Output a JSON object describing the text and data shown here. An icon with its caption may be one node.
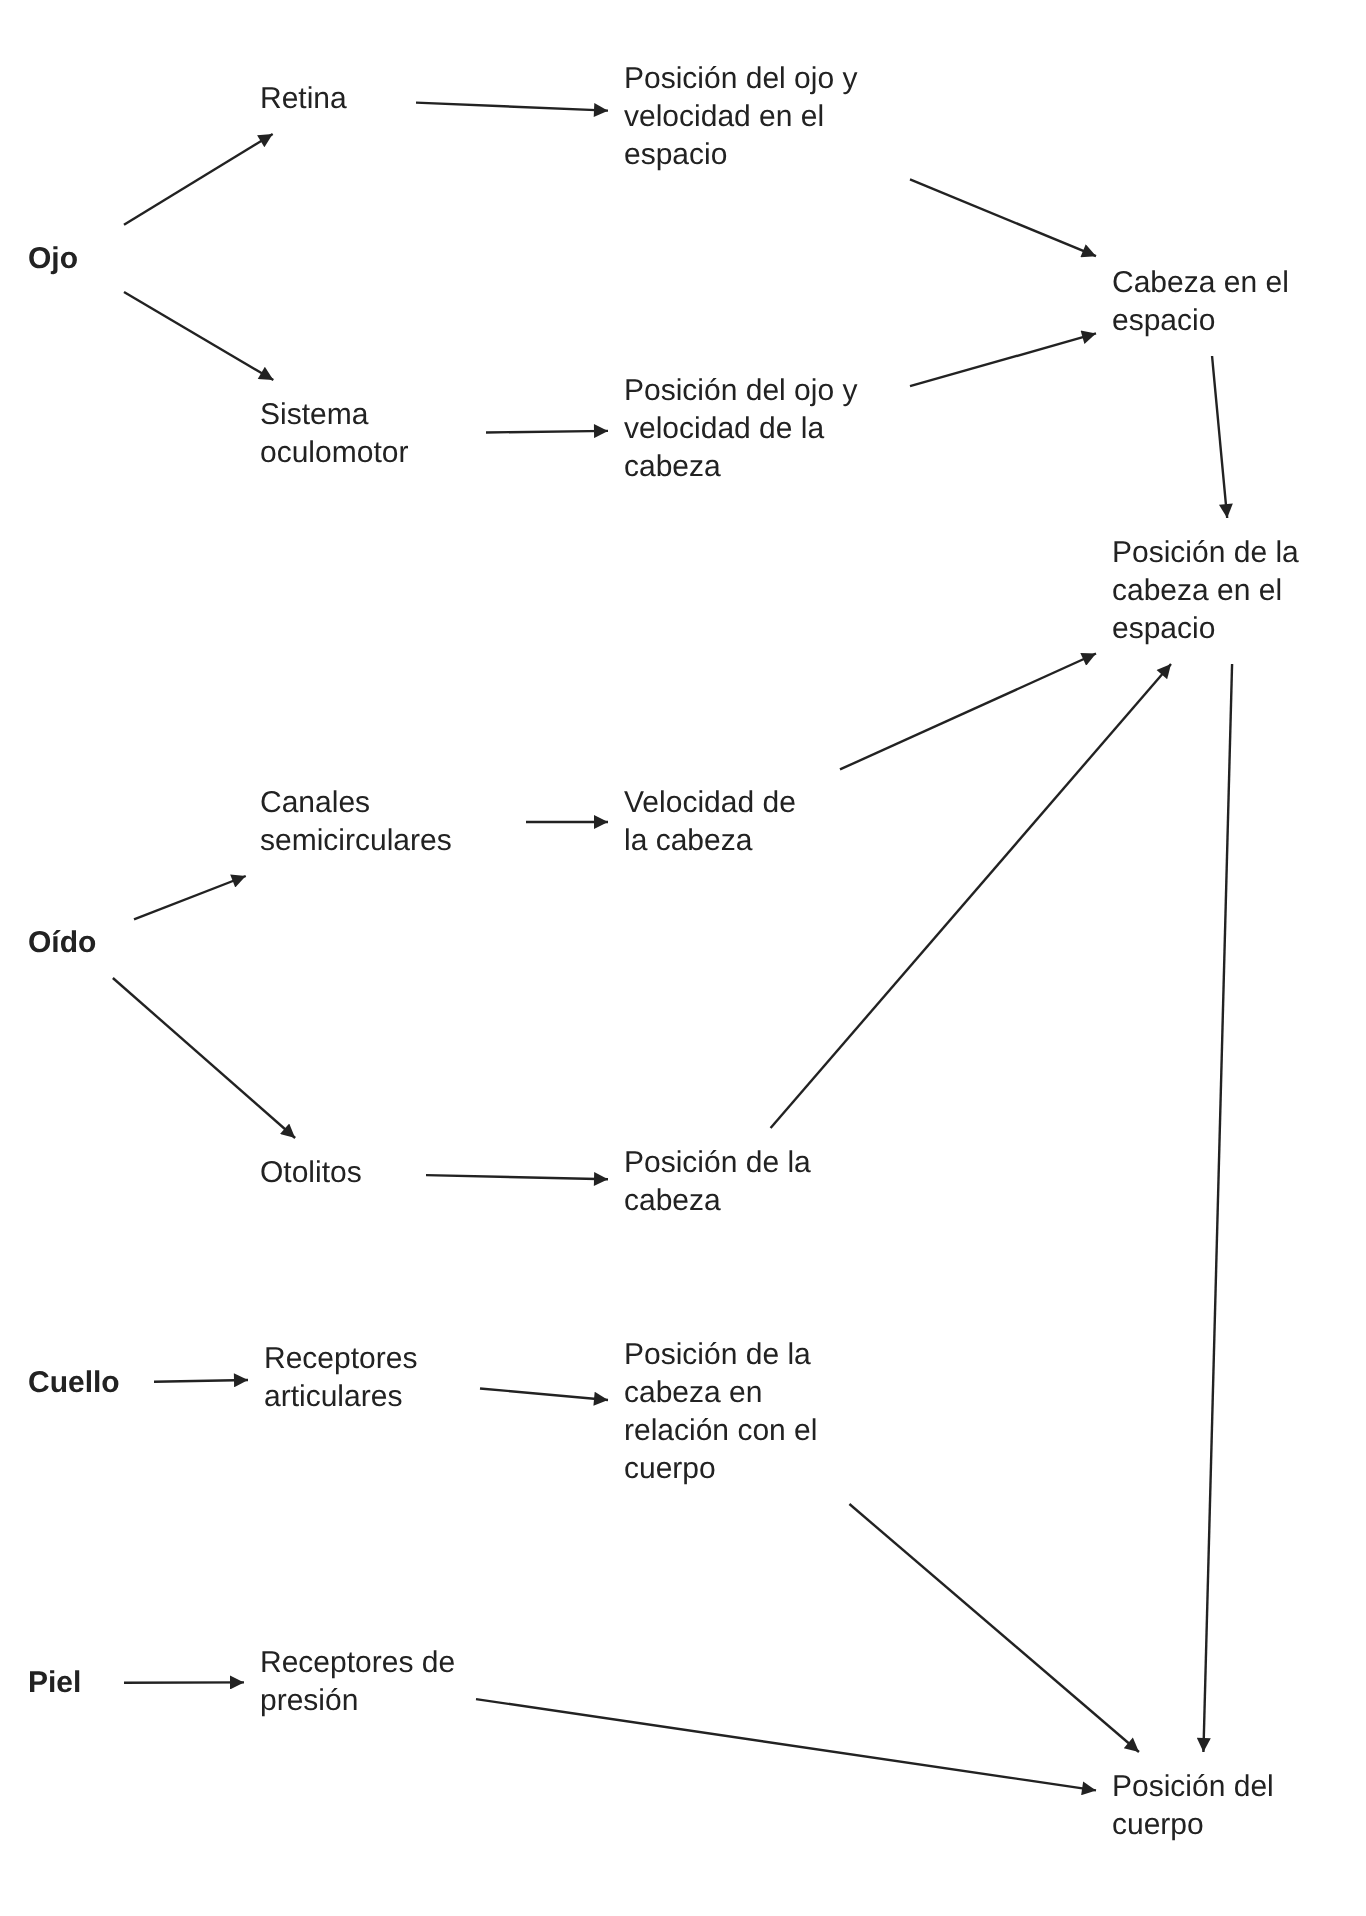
{
  "diagram": {
    "nodes": [
      {
        "text": [
          "Ojo"
        ]
      },
      {
        "text": [
          "Retina"
        ]
      },
      {
        "text": [
          "Sistema oculomotor"
        ]
      },
      {
        "text": [
          "Posición del ojo y velocidad en el espacio"
        ]
      },
      {
        "text": [
          "Posición del ojo y velocidad de la cabeza"
        ]
      },
      {
        "text": [
          "Cabeza en el espacio"
        ]
      },
      {
        "text": [
          "Posición de la cabeza en el espacio"
        ]
      },
      {
        "text": [
          "Oído"
        ]
      },
      {
        "text": [
          "Canales semicirculares"
        ]
      },
      {
        "text": [
          "Otolitos"
        ]
      },
      {
        "text": [
          "Velocidad de la cabeza"
        ]
      },
      {
        "text": [
          "Posición de la cabeza"
        ]
      },
      {
        "text": [
          "Cuello"
        ]
      },
      {
        "text": [
          "Receptores articulares"
        ]
      },
      {
        "text": [
          "Posición de la cabeza en relación con el cuerpo"
        ]
      },
      {
        "text": [
          "Piel"
        ]
      },
      {
        "text": [
          "Receptores de presión"
        ]
      },
      {
        "text": [
          "Posición del cuerpo"
        ]
      }
    ],
    "edges": [
      {
        "from": 0,
        "to": 1,
        "arrow": "to"
      },
      {
        "from": 0,
        "to": 2,
        "arrow": "to"
      },
      {
        "from": 1,
        "to": 3,
        "arrow": "to"
      },
      {
        "from": 2,
        "to": 4,
        "arrow": "to"
      },
      {
        "from": 3,
        "to": 5,
        "arrow": "to"
      },
      {
        "from": 4,
        "to": 5,
        "arrow": "to"
      },
      {
        "from": 5,
        "to": 6,
        "arrow": "to"
      },
      {
        "from": 10,
        "to": 6,
        "arrow": "to"
      },
      {
        "from": 11,
        "to": 6,
        "arrow": "to"
      },
      {
        "from": 7,
        "to": 8,
        "arrow": "to"
      },
      {
        "from": 7,
        "to": 9,
        "arrow": "to"
      },
      {
        "from": 8,
        "to": 10,
        "arrow": "to"
      },
      {
        "from": 9,
        "to": 11,
        "arrow": "to"
      },
      {
        "from": 12,
        "to": 13,
        "arrow": "to"
      },
      {
        "from": 13,
        "to": 14,
        "arrow": "to"
      },
      {
        "from": 14,
        "to": 17,
        "arrow": "to"
      },
      {
        "from": 6,
        "to": 17,
        "arrow": "to"
      },
      {
        "from": 15,
        "to": 16,
        "arrow": "to"
      },
      {
        "from": 16,
        "to": 17,
        "arrow": "to"
      }
    ]
  }
}
